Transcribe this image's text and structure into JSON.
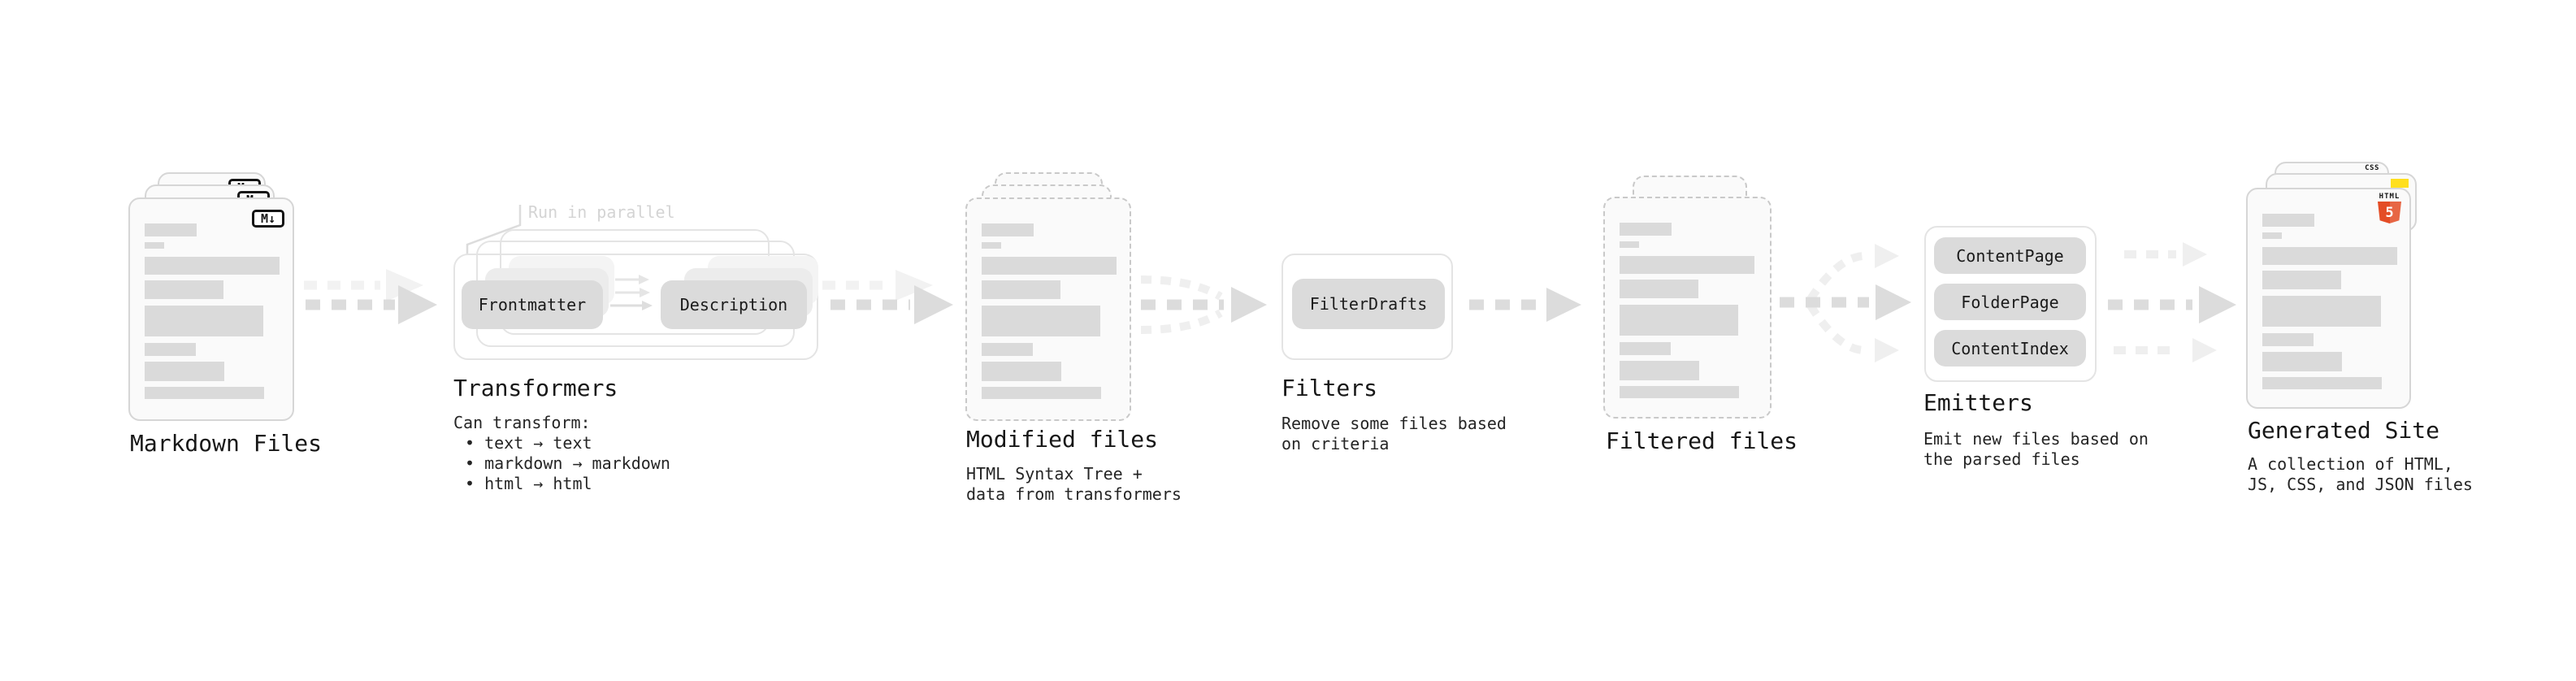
{
  "diagram": {
    "type": "static-site-generator-pipeline"
  },
  "colors": {
    "html5_orange": "#e44d26",
    "js_yellow": "#ffdf1e",
    "css_blue": "#2962e8"
  },
  "stages": {
    "markdown": {
      "label": "Markdown Files",
      "badge": "M↓"
    },
    "transformers": {
      "label": "Transformers",
      "note": "Run in parallel",
      "box1": "Frontmatter",
      "box2": "Description",
      "desc_heading": "Can transform:",
      "bullets": [
        "• text → text",
        "• markdown → markdown",
        "• html → html"
      ]
    },
    "modified": {
      "label": "Modified files",
      "desc": [
        "HTML Syntax Tree +",
        "data from transformers"
      ]
    },
    "filters": {
      "label": "Filters",
      "box": "FilterDrafts",
      "desc": [
        "Remove some files based",
        "on criteria"
      ]
    },
    "filtered": {
      "label": "Filtered files"
    },
    "emitters": {
      "label": "Emitters",
      "boxes": [
        "ContentPage",
        "FolderPage",
        "ContentIndex"
      ],
      "desc": [
        "Emit new files based on",
        "the parsed files"
      ]
    },
    "generated": {
      "label": "Generated Site",
      "desc": [
        "A collection of HTML,",
        "JS, CSS, and JSON files"
      ],
      "badges": {
        "css": "CSS",
        "html": "HTML",
        "html_number": "5"
      }
    }
  }
}
